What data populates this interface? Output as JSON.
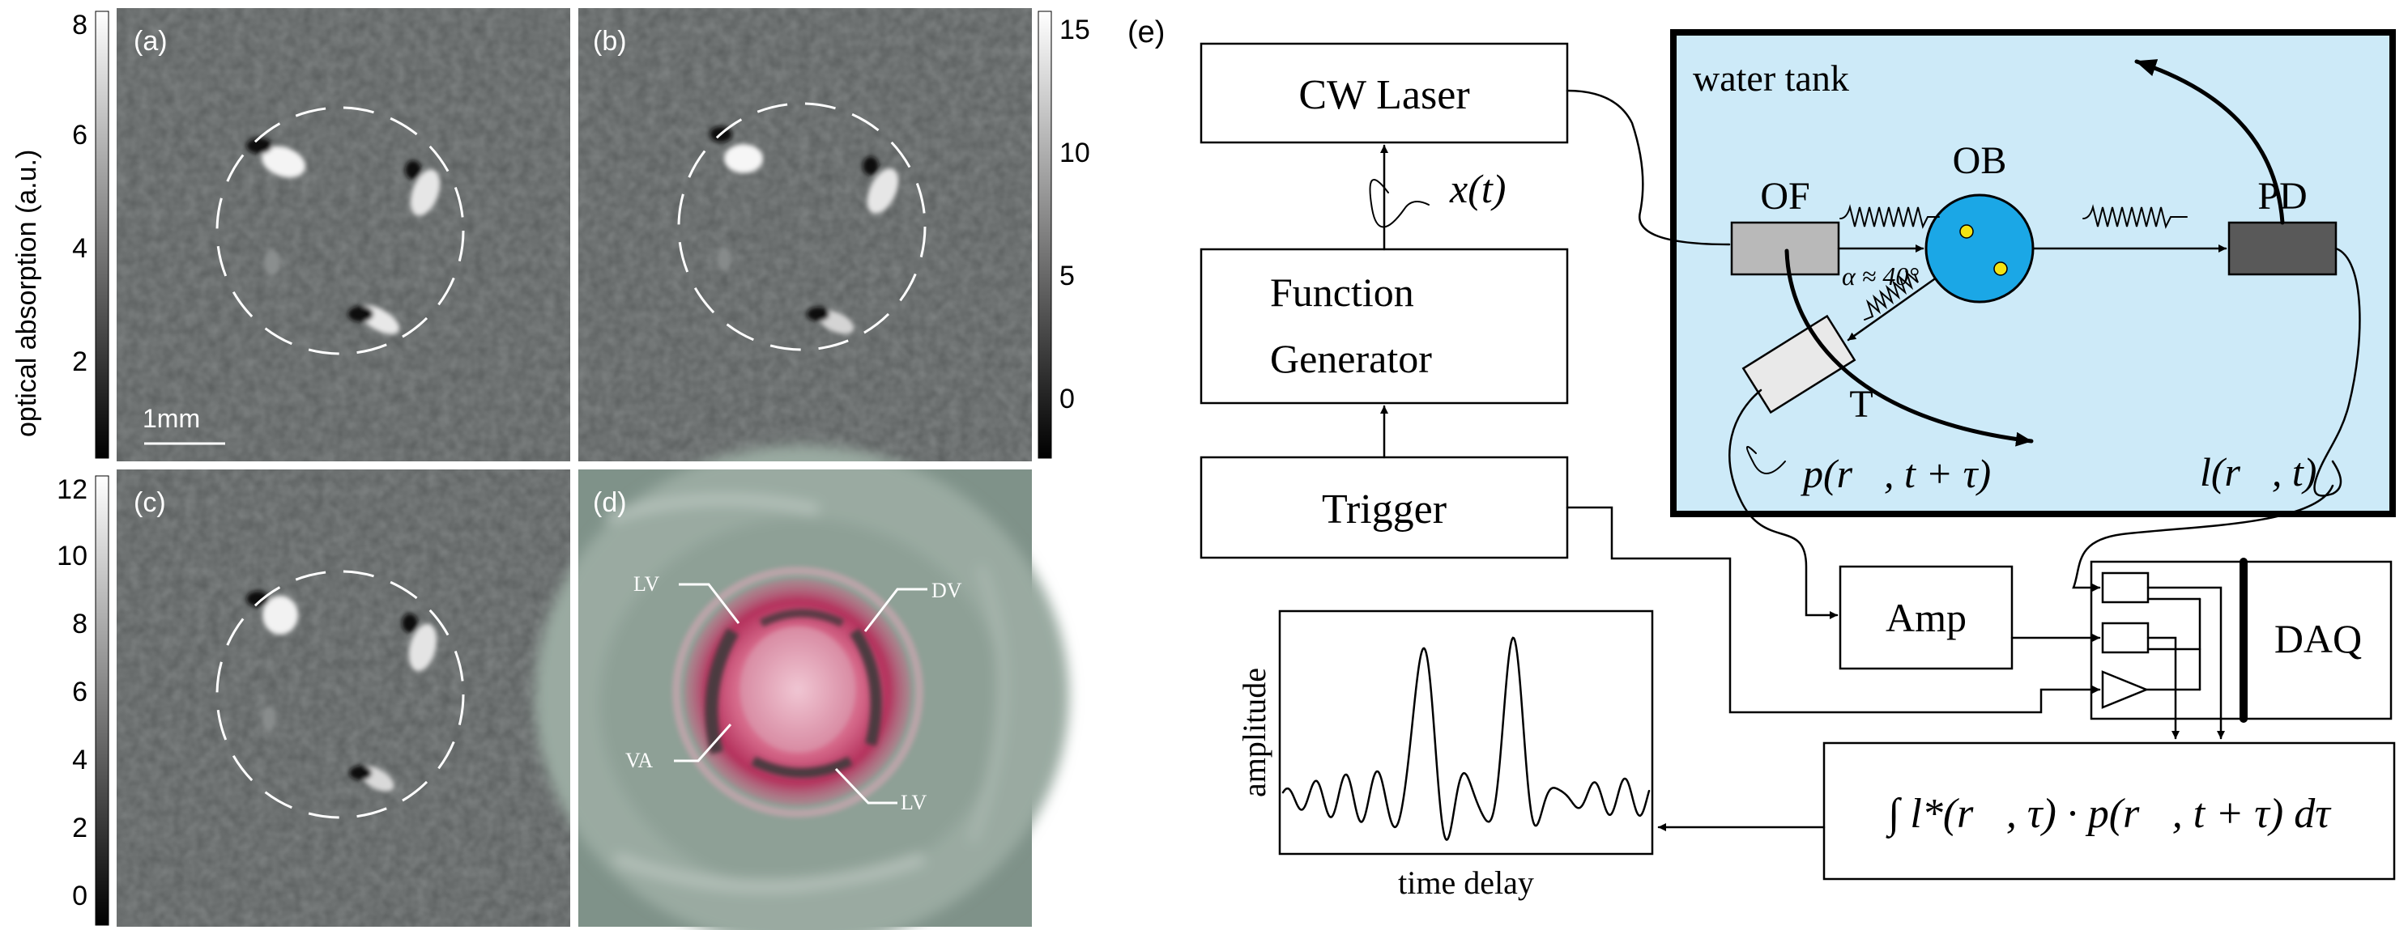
{
  "left_panels": {
    "colorbar_left_label": "optical absorption (a.u.)",
    "colorbar_a_ticks": [
      "8",
      "6",
      "4",
      "2"
    ],
    "colorbar_b_ticks": [
      "15",
      "10",
      "5",
      "0"
    ],
    "colorbar_c_ticks": [
      "12",
      "10",
      "8",
      "6",
      "4",
      "2",
      "0"
    ],
    "panel_a_label": "(a)",
    "panel_b_label": "(b)",
    "panel_c_label": "(c)",
    "panel_d_label": "(d)",
    "scale_bar_label": "1mm",
    "photo_labels": {
      "lv_top": "LV",
      "dv": "DV",
      "va": "VA",
      "lv_bottom": "LV"
    }
  },
  "schematic": {
    "panel_label": "(e)",
    "cw_laser": "CW Laser",
    "function_generator_line1": "Function",
    "function_generator_line2": "Generator",
    "trigger": "Trigger",
    "signal_x": "x(t)",
    "water_tank": "water tank",
    "of": "OF",
    "ob": "OB",
    "pd": "PD",
    "t": "T",
    "angle": "α ≈ 40°",
    "pressure": "p(r⃗, t + τ)",
    "light": "l(r⃗, t)",
    "amp": "Amp",
    "daq": "DAQ",
    "integral": "∫ l*(r⃗, τ) · p(r⃗, t + τ) dτ",
    "amplitude": "amplitude",
    "time_delay": "time delay"
  },
  "colors": {
    "water": "#cdeaf8",
    "ob_blue": "#1ba7e6",
    "ob_dots": "#f3e312",
    "of_gray": "#b9b9b9",
    "pd_gray": "#595959",
    "specimen_pink": "#c13b67"
  }
}
